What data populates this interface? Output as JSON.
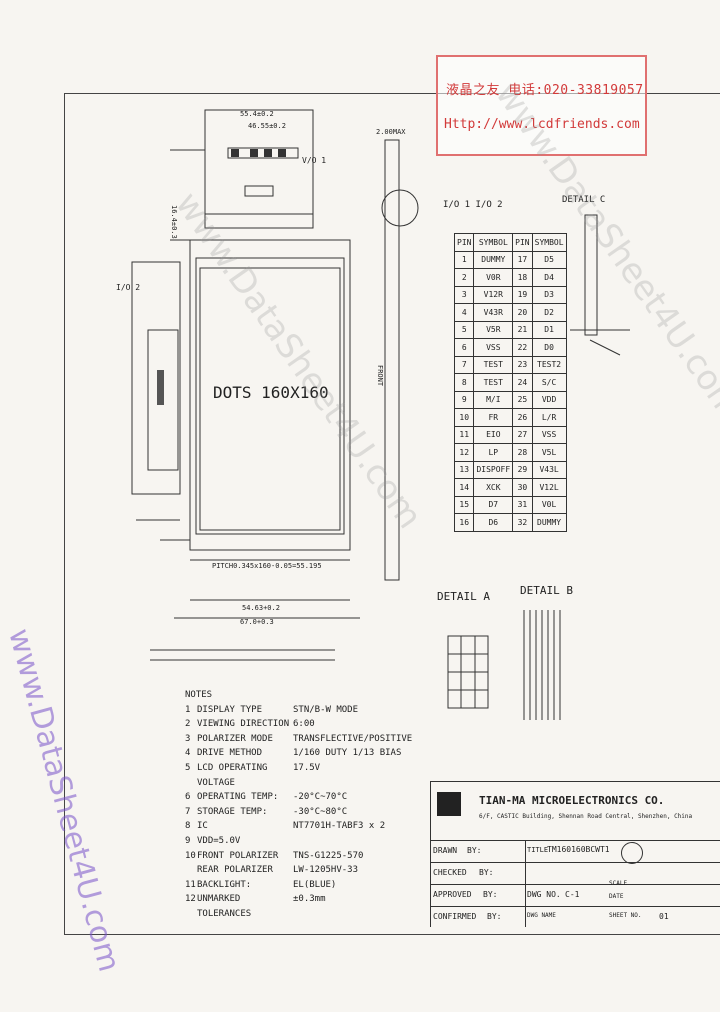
{
  "stamp": {
    "line1": "液晶之友 电话:020-33819057",
    "line2": "Http://www.lcdfriends.com"
  },
  "watermarks": {
    "main": "www.DataSheet4U.com",
    "side": "www.DataSheet4U.com"
  },
  "drawing": {
    "lcd_caption": "DOTS 160X160",
    "vo_label": "V/O 1",
    "io_label": "I/O 2",
    "io_table_title": "I/O 1 I/O 2",
    "detail_c_title": "DETAIL C",
    "detail_a_title": "DETAIL A",
    "detail_b_title": "DETAIL B",
    "dim_bottom_1": "54.63+0.2",
    "dim_bottom_2": "67.0+0.3",
    "pitch_label": "PITCH0.345x160-0.05=55.195",
    "front_label": "FRONT"
  },
  "pin_table": {
    "headers": [
      "PIN",
      "SYMBOL",
      "PIN",
      "SYMBOL"
    ],
    "rows": [
      [
        "1",
        "DUMMY",
        "17",
        "D5"
      ],
      [
        "2",
        "V0R",
        "18",
        "D4"
      ],
      [
        "3",
        "V12R",
        "19",
        "D3"
      ],
      [
        "4",
        "V43R",
        "20",
        "D2"
      ],
      [
        "5",
        "V5R",
        "21",
        "D1"
      ],
      [
        "6",
        "VSS",
        "22",
        "D0"
      ],
      [
        "7",
        "TEST",
        "23",
        "TEST2"
      ],
      [
        "8",
        "TEST",
        "24",
        "S/C"
      ],
      [
        "9",
        "M/I",
        "25",
        "VDD"
      ],
      [
        "10",
        "FR",
        "26",
        "L/R"
      ],
      [
        "11",
        "EIO",
        "27",
        "VSS"
      ],
      [
        "12",
        "LP",
        "28",
        "V5L"
      ],
      [
        "13",
        "DISPOFF",
        "29",
        "V43L"
      ],
      [
        "14",
        "XCK",
        "30",
        "V12L"
      ],
      [
        "15",
        "D7",
        "31",
        "V0L"
      ],
      [
        "16",
        "D6",
        "32",
        "DUMMY"
      ]
    ]
  },
  "notes": {
    "title": "NOTES",
    "items": [
      {
        "num": "1",
        "key": "DISPLAY TYPE",
        "val": "STN/B-W MODE"
      },
      {
        "num": "2",
        "key": "VIEWING DIRECTION",
        "val": "6:00"
      },
      {
        "num": "3",
        "key": "POLARIZER MODE",
        "val": "TRANSFLECTIVE/POSITIVE"
      },
      {
        "num": "4",
        "key": "DRIVE METHOD",
        "val": "1/160 DUTY 1/13 BIAS"
      },
      {
        "num": "5",
        "key": "LCD OPERATING VOLTAGE",
        "val": "17.5V"
      },
      {
        "num": "6",
        "key": "OPERATING TEMP:",
        "val": "-20°C~70°C"
      },
      {
        "num": "7",
        "key": "STORAGE TEMP:",
        "val": "-30°C~80°C"
      },
      {
        "num": "8",
        "key": "IC",
        "val": "NT7701H-TABF3 x 2"
      },
      {
        "num": "9",
        "key": "VDD=5.0V",
        "val": ""
      },
      {
        "num": "10",
        "key": "FRONT POLARIZER",
        "val": "TNS-G1225-570"
      },
      {
        "num": "",
        "key": "REAR POLARIZER",
        "val": "LW-1205HV-33"
      },
      {
        "num": "11",
        "key": "BACKLIGHT:",
        "val": "EL(BLUE)"
      },
      {
        "num": "12",
        "key": "UNMARKED TOLERANCES",
        "val": "±0.3mm"
      }
    ]
  },
  "title_block": {
    "company": "TIAN-MA MICROELECTRONICS CO.",
    "address": "6/F, CASTIC Building, Shennan Road Central, Shenzhen, China",
    "drawn": "DRAWN",
    "checked": "CHECKED",
    "approved": "APPROVED",
    "confirmed": "CONFIRMED",
    "by": "BY:",
    "model": "TM160160BCWT1",
    "model_label": "TITLE",
    "dwg_no_label": "DWG NO.",
    "dwg_no": "C-1",
    "scale_label": "SCALE",
    "date_label": "DATE",
    "dwg_name_label": "DWG NAME",
    "sheet_label": "SHEET NO.",
    "sheet": "01"
  }
}
